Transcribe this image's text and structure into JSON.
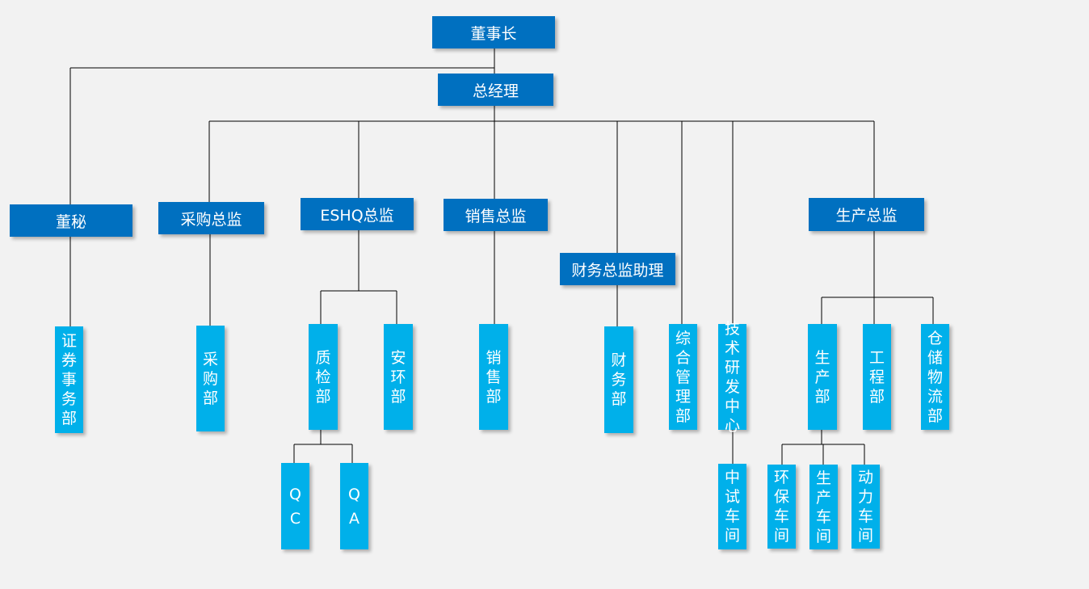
{
  "colors": {
    "dark_box": "#0070c0",
    "light_box": "#00b0ea",
    "line": "#000000",
    "background": "#f2f2f2"
  },
  "nodes": {
    "chairman": "董事长",
    "gm": "总经理",
    "secretary": "董秘",
    "procurement_director": "采购总监",
    "eshq_director": "ESHQ总监",
    "sales_director": "销售总监",
    "finance_assistant": "财务总监助理",
    "production_director": "生产总监",
    "securities_dept": "证\n券\n事\n务\n部",
    "procurement_dept": "采\n购\n部",
    "qc_dept": "质\n检\n部",
    "safety_env_dept": "安\n环\n部",
    "sales_dept": "销\n售\n部",
    "finance_dept": "财\n务\n部",
    "general_mgmt_dept": "综\n合\n管\n理\n部",
    "rd_center": "技\n术\n研\n发\n中\n心",
    "production_dept": "生\n产\n部",
    "engineering_dept": "工\n程\n部",
    "warehouse_dept": "仓\n储\n物\n流\n部",
    "qc": "Q\nC",
    "qa": "Q\nA",
    "pilot_workshop": "中\n试\n车\n间",
    "env_workshop": "环\n保\n车\n间",
    "production_workshop": "生\n产\n车\n间",
    "power_workshop": "动\n力\n车\n间"
  }
}
